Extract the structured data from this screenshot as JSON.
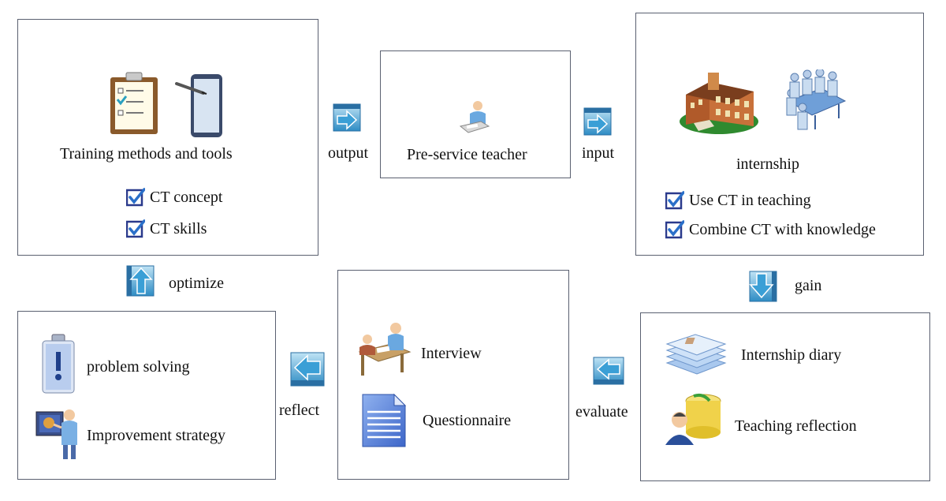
{
  "training": {
    "title": "Training methods and tools",
    "items": [
      "CT concept",
      "CT skills"
    ]
  },
  "teacher": {
    "label": "Pre-service teacher"
  },
  "internship": {
    "title": "internship",
    "items": [
      "Use CT in teaching",
      "Combine CT with knowledge"
    ]
  },
  "gain_box": {
    "items": [
      "Internship diary",
      "Teaching reflection"
    ]
  },
  "evaluate_box": {
    "items": [
      "Interview",
      "Questionnaire"
    ]
  },
  "reflect_box": {
    "items": [
      "problem solving",
      "Improvement strategy"
    ]
  },
  "arrows": {
    "output": "output",
    "input": "input",
    "gain": "gain",
    "evaluate": "evaluate",
    "reflect": "reflect",
    "optimize": "optimize"
  },
  "colors": {
    "box_border": "#5a6070",
    "arrow_fill": "#4fa3d1",
    "check_blue": "#2a3a8c"
  }
}
